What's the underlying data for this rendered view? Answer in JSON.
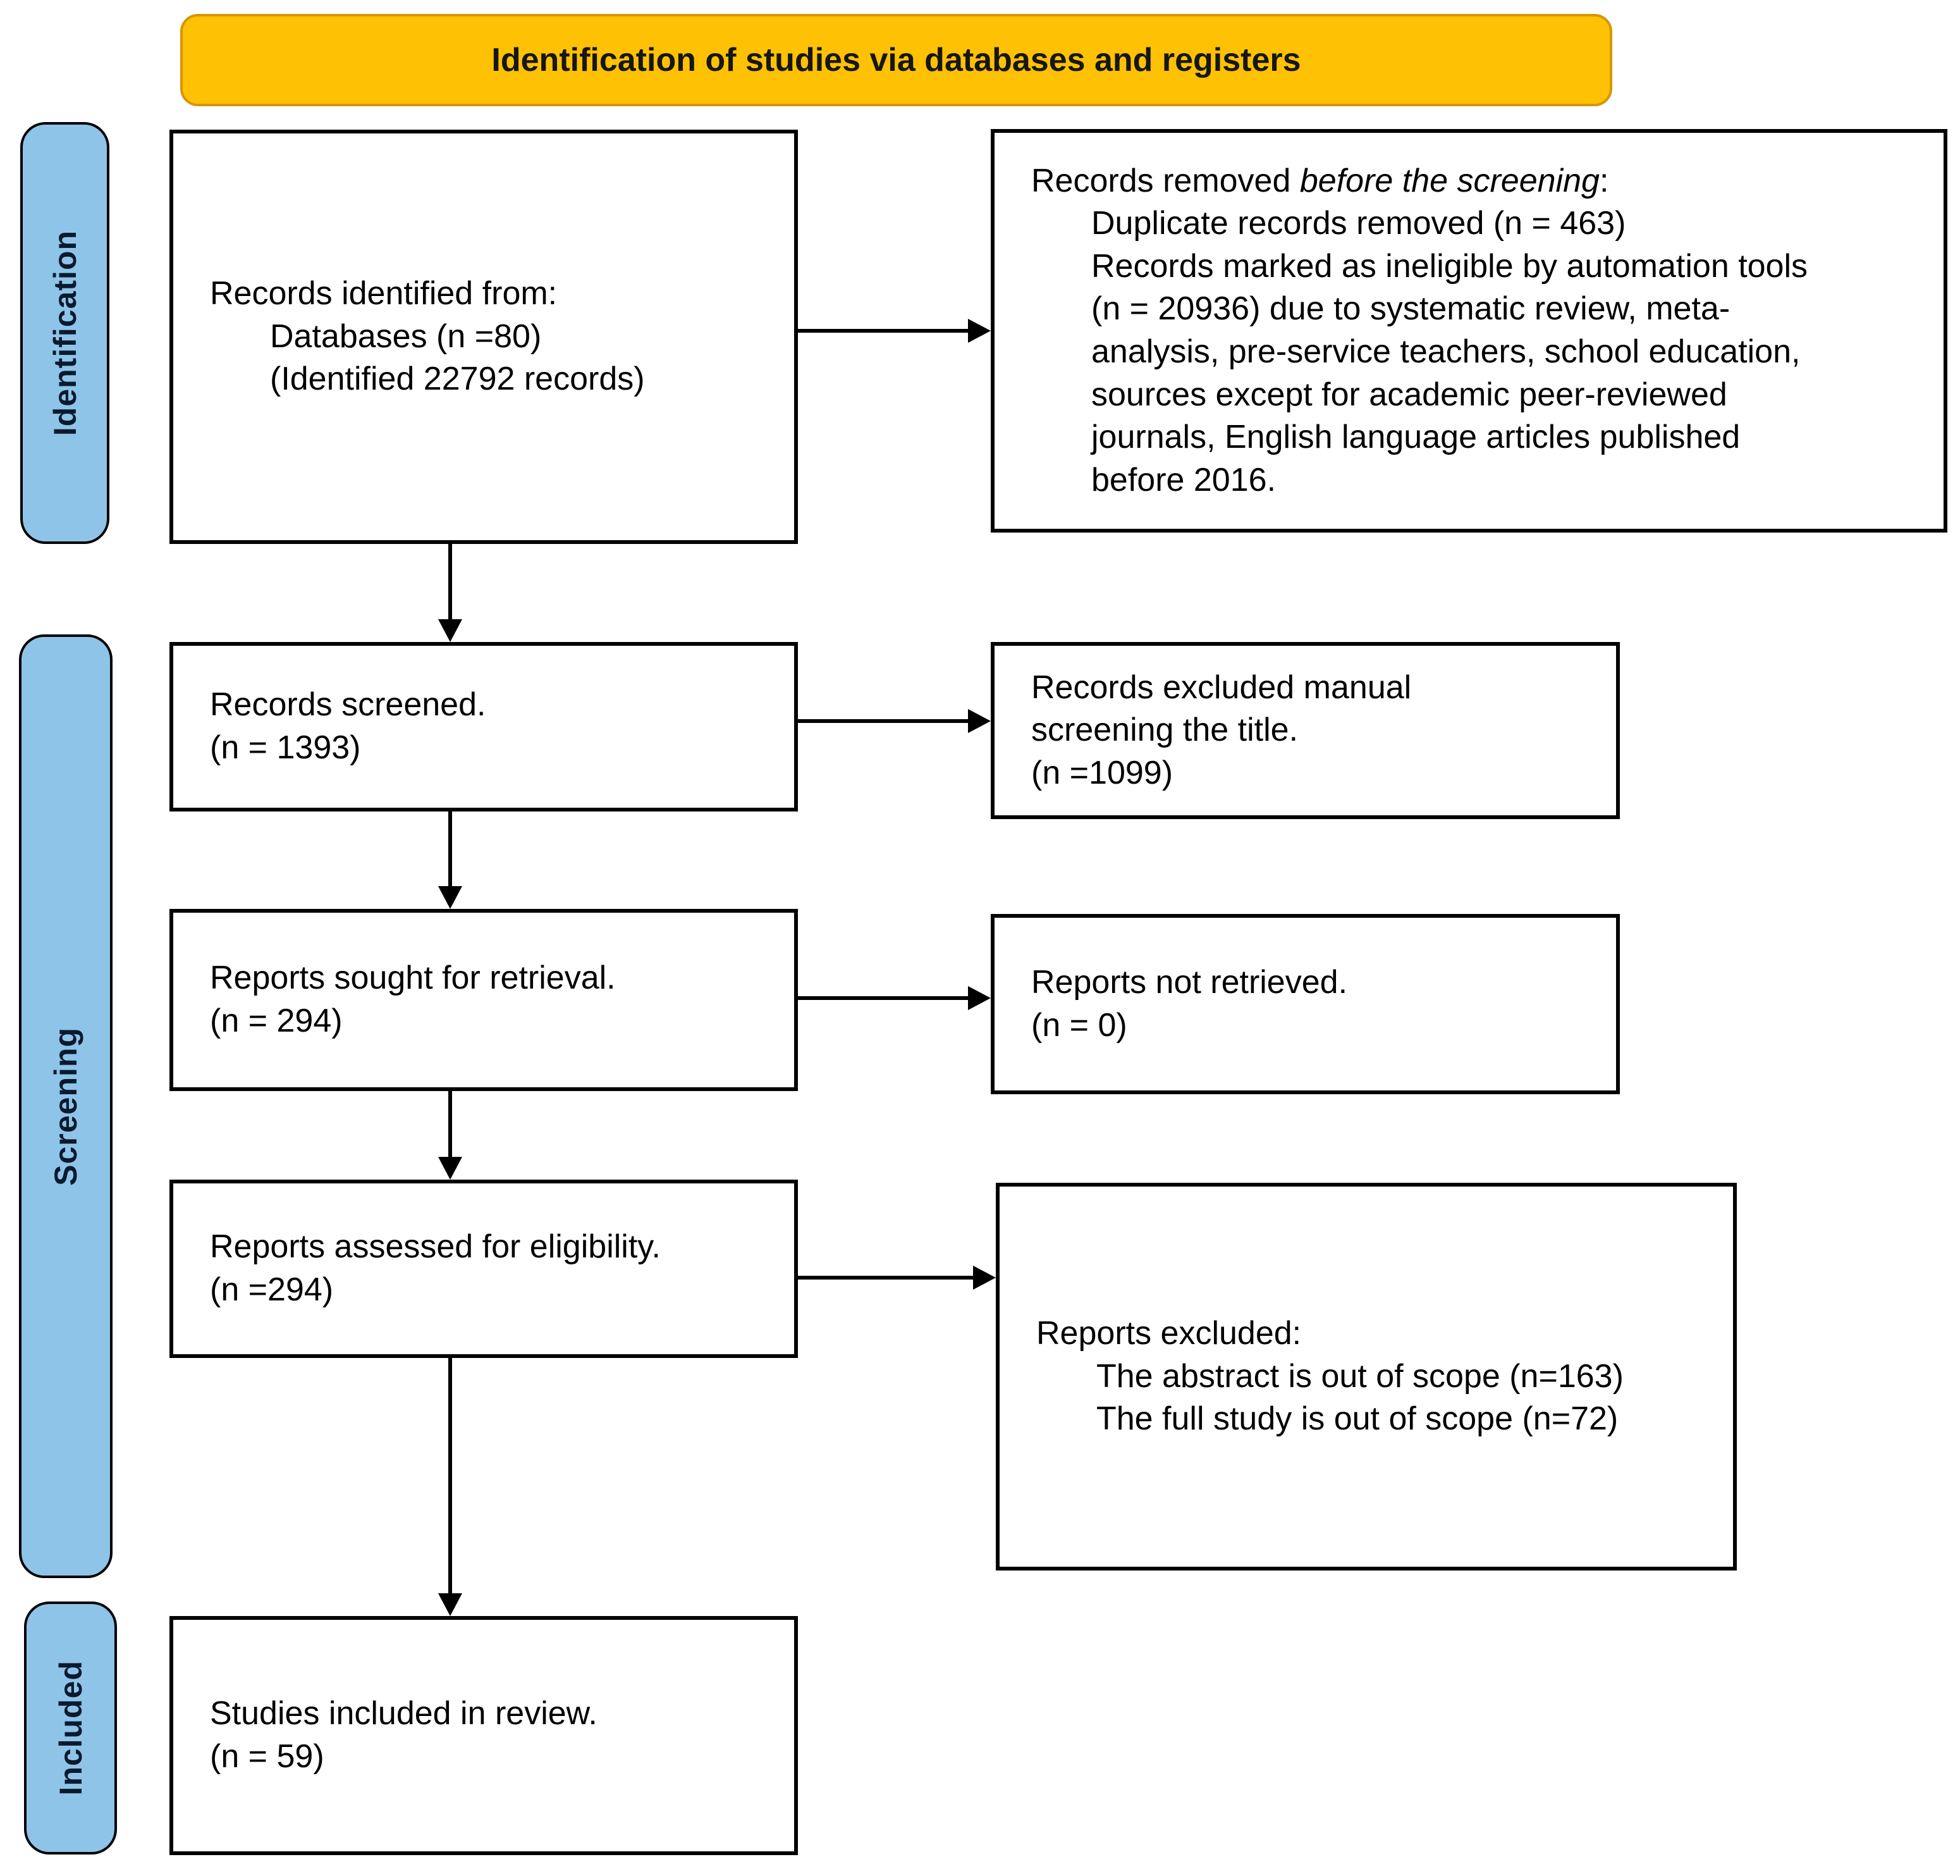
{
  "banner": {
    "title": "Identification of studies via databases and registers"
  },
  "stages": {
    "identification": "Identification",
    "screening": "Screening",
    "included": "Included"
  },
  "flow": {
    "identified": {
      "line1": "Records identified from:",
      "line2": "Databases (n =80)",
      "line3": "(Identified 22792 records)"
    },
    "removed": {
      "intro_prefix": "Records removed ",
      "intro_italic": "before the screening",
      "intro_suffix": ":",
      "detail1": "Duplicate records removed (n = 463)",
      "detail2": "Records marked as ineligible by automation tools",
      "detail3": "(n = 20936) due to systematic review, meta-",
      "detail4": "analysis, pre-service teachers, school education,",
      "detail5": "sources except for academic peer-reviewed",
      "detail6": "journals, English language articles published",
      "detail7": "before 2016."
    },
    "screened": {
      "line1": "Records screened.",
      "line2": "(n = 1393)"
    },
    "excluded_manual": {
      "line1": "Records excluded manual",
      "line2": "screening the title.",
      "line3": "(n =1099)"
    },
    "sought": {
      "line1": "Reports sought for retrieval.",
      "line2": "(n = 294)"
    },
    "not_retrieved": {
      "line1": "Reports not retrieved.",
      "line2": "(n = 0)"
    },
    "assessed": {
      "line1": "Reports assessed for eligibility.",
      "line2": "(n =294)"
    },
    "reports_excluded": {
      "line1": "Reports excluded:",
      "line2": "The abstract is out of scope (n=163)",
      "line3": "The full study is out of scope (n=72)"
    },
    "included_review": {
      "line1": "Studies included in review.",
      "line2": "(n = 59)"
    }
  },
  "colors": {
    "banner_bg": "#FFC103",
    "banner_border": "#D79600",
    "stage_bg": "#8FC4E9",
    "stage_text": "#0A1A2E",
    "box_border": "#000000"
  }
}
